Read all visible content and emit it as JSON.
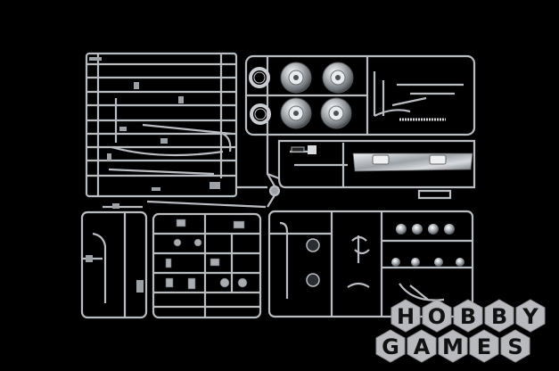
{
  "image": {
    "subject": "sprue",
    "background_color": "#000000",
    "plastic_color": "#b9bcc0"
  },
  "watermark": {
    "line1": [
      "H",
      "O",
      "B",
      "B",
      "Y"
    ],
    "line2": [
      "G",
      "A",
      "M",
      "E",
      "S"
    ]
  }
}
